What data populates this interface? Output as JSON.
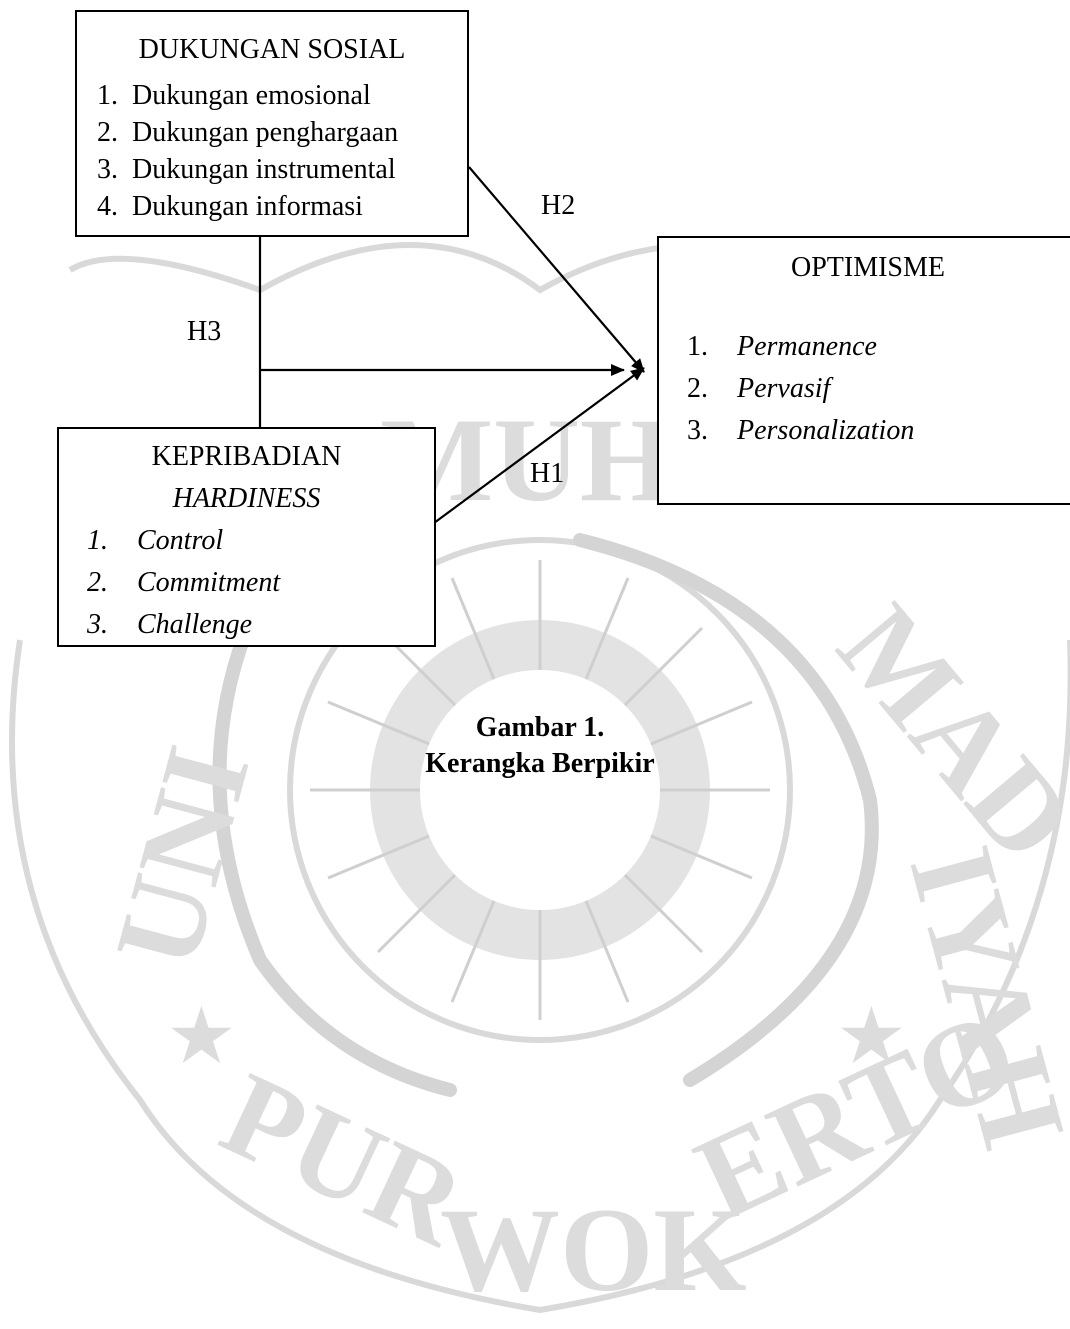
{
  "boxes": {
    "dukungan": {
      "title": "DUKUNGAN SOSIAL",
      "items": [
        "1.  Dukungan emosional",
        "2.  Dukungan penghargaan",
        "3.  Dukungan instrumental",
        "4.  Dukungan informasi"
      ]
    },
    "optimisme": {
      "title": "OPTIMISME",
      "items": [
        {
          "num": "1.",
          "label": "Permanence"
        },
        {
          "num": "2.",
          "label": "Pervasif"
        },
        {
          "num": "3.",
          "label": "Personalization"
        }
      ]
    },
    "kepribadian": {
      "title": "KEPRIBADIAN",
      "subtitle": "HARDINESS",
      "items": [
        {
          "num": "1.",
          "label": "Control"
        },
        {
          "num": "2.",
          "label": "Commitment"
        },
        {
          "num": "3.",
          "label": "Challenge"
        }
      ]
    }
  },
  "hypotheses": {
    "h1": "H1",
    "h2": "H2",
    "h3": "H3"
  },
  "caption": {
    "line1": "Gambar 1.",
    "line2": "Kerangka Berpikir"
  },
  "watermark": {
    "text_top": "UNIVERSITAS MUHAMMADIYAH",
    "text_bottom": "PURWOKERTO",
    "color": "#d6d6d6"
  }
}
